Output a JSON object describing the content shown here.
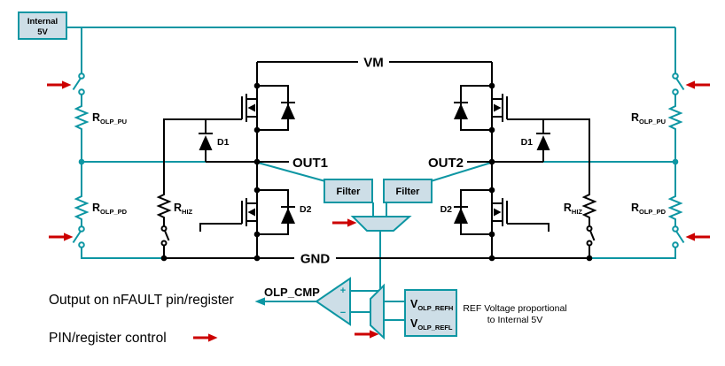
{
  "colors": {
    "teal": "#0d96a3",
    "red": "#cc0000",
    "black": "#000000",
    "box_fill": "#cddee7"
  },
  "power_box": {
    "line1": "Internal",
    "line2": "5V"
  },
  "nets": {
    "vm": "VM",
    "out1": "OUT1",
    "out2": "OUT2",
    "gnd": "GND"
  },
  "diodes": {
    "d1": "D1",
    "d2": "D2"
  },
  "resistors": {
    "olp_pu": {
      "base": "R",
      "sub": "OLP_PU"
    },
    "olp_pd": {
      "base": "R",
      "sub": "OLP_PD"
    },
    "hiz": {
      "base": "R",
      "sub": "HIZ"
    }
  },
  "filters": {
    "label": "Filter"
  },
  "comparator": {
    "label": "OLP_CMP",
    "plus": "+",
    "minus": "−"
  },
  "reference": {
    "refh": {
      "base": "V",
      "sub": "OLP_REFH"
    },
    "refl": {
      "base": "V",
      "sub": "OLP_REFL"
    },
    "note1": "REF Voltage proportional",
    "note2": "to Internal 5V"
  },
  "legend": {
    "nfault": "Output on nFAULT pin/register",
    "pin_control": "PIN/register control"
  }
}
